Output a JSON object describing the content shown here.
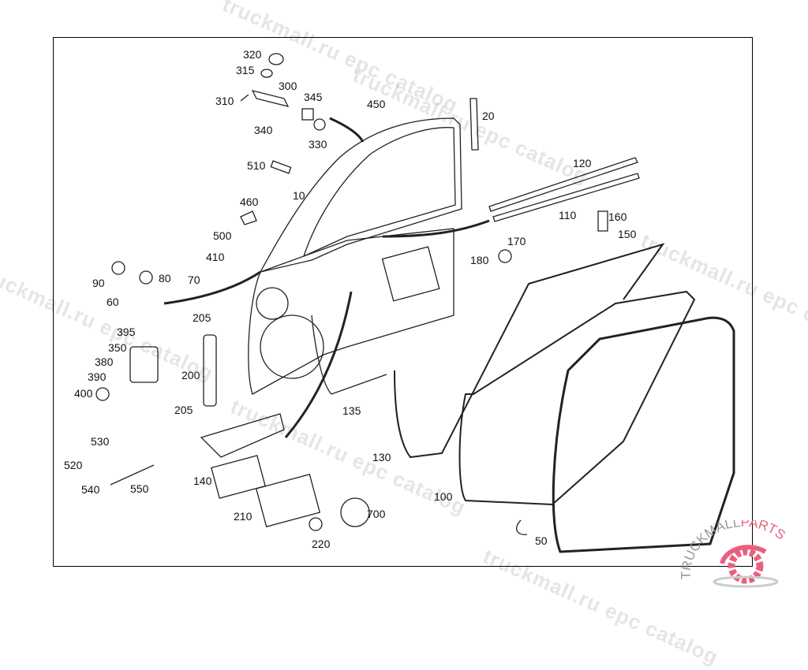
{
  "watermark": "truckmall.ru epc catalog",
  "logo": {
    "text_left": "TRUCKMALL",
    "text_right": "PARTS",
    "brand_color": "#e8607f"
  },
  "labels": [
    {
      "id": "320",
      "text": "320"
    },
    {
      "id": "315",
      "text": "315"
    },
    {
      "id": "300",
      "text": "300"
    },
    {
      "id": "310",
      "text": "310"
    },
    {
      "id": "345",
      "text": "345"
    },
    {
      "id": "450",
      "text": "450"
    },
    {
      "id": "20",
      "text": "20"
    },
    {
      "id": "340",
      "text": "340"
    },
    {
      "id": "330",
      "text": "330"
    },
    {
      "id": "510",
      "text": "510"
    },
    {
      "id": "120",
      "text": "120"
    },
    {
      "id": "10",
      "text": "10"
    },
    {
      "id": "460",
      "text": "460"
    },
    {
      "id": "110",
      "text": "110"
    },
    {
      "id": "160",
      "text": "160"
    },
    {
      "id": "500",
      "text": "500"
    },
    {
      "id": "150",
      "text": "150"
    },
    {
      "id": "170",
      "text": "170"
    },
    {
      "id": "410",
      "text": "410"
    },
    {
      "id": "180",
      "text": "180"
    },
    {
      "id": "90",
      "text": "90"
    },
    {
      "id": "80",
      "text": "80"
    },
    {
      "id": "70",
      "text": "70"
    },
    {
      "id": "60",
      "text": "60"
    },
    {
      "id": "205a",
      "text": "205"
    },
    {
      "id": "395",
      "text": "395"
    },
    {
      "id": "350",
      "text": "350"
    },
    {
      "id": "380",
      "text": "380"
    },
    {
      "id": "390",
      "text": "390"
    },
    {
      "id": "200",
      "text": "200"
    },
    {
      "id": "400",
      "text": "400"
    },
    {
      "id": "205b",
      "text": "205"
    },
    {
      "id": "135",
      "text": "135"
    },
    {
      "id": "530",
      "text": "530"
    },
    {
      "id": "130",
      "text": "130"
    },
    {
      "id": "520",
      "text": "520"
    },
    {
      "id": "540",
      "text": "540"
    },
    {
      "id": "550",
      "text": "550"
    },
    {
      "id": "140",
      "text": "140"
    },
    {
      "id": "100",
      "text": "100"
    },
    {
      "id": "210",
      "text": "210"
    },
    {
      "id": "700",
      "text": "700"
    },
    {
      "id": "50",
      "text": "50"
    },
    {
      "id": "220",
      "text": "220"
    }
  ]
}
